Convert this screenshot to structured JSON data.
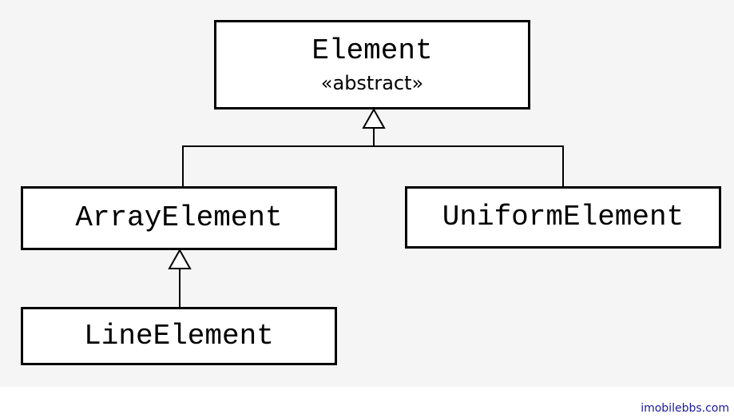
{
  "classes": {
    "element": {
      "name": "Element",
      "stereotype": "«abstract»"
    },
    "array_element": {
      "name": "ArrayElement"
    },
    "uniform_element": {
      "name": "UniformElement"
    },
    "line_element": {
      "name": "LineElement"
    }
  },
  "relationships": [
    {
      "type": "generalization",
      "child": "ArrayElement",
      "parent": "Element"
    },
    {
      "type": "generalization",
      "child": "UniformElement",
      "parent": "Element"
    },
    {
      "type": "generalization",
      "child": "LineElement",
      "parent": "ArrayElement"
    }
  ],
  "watermark": {
    "text": "imobilebbs.com",
    "color": "#1a1a9c"
  }
}
